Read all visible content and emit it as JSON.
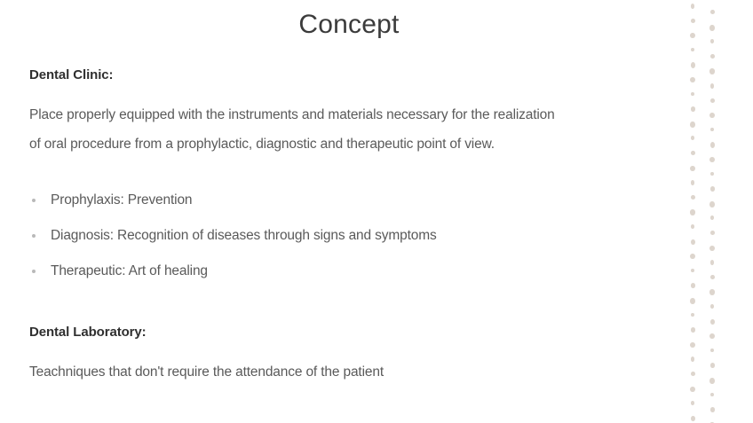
{
  "slide": {
    "title": "Concept",
    "sections": [
      {
        "heading": "Dental Clinic:",
        "paragraph_lines": [
          "Place properly equipped with the instruments and materials necessary for the realization",
          "of oral procedure from a prophylactic, diagnostic and therapeutic point of view."
        ]
      },
      {
        "heading": "Dental Laboratory:",
        "paragraph_lines": [
          "Teachniques that don't require the attendance of the patient"
        ]
      }
    ],
    "bullets": [
      "Prophylaxis: Prevention",
      "Diagnosis: Recognition of diseases through signs and symptoms",
      "Therapeutic: Art of healing"
    ],
    "decoration": {
      "name": "dotted-column-pattern",
      "dot_color": "#ddd5cd",
      "columns": 2
    },
    "colors": {
      "background": "#ffffff",
      "title": "#3b3b3b",
      "heading": "#2f2f2f",
      "body": "#5a5a5a",
      "bullet_marker": "#b9b9b9"
    }
  }
}
